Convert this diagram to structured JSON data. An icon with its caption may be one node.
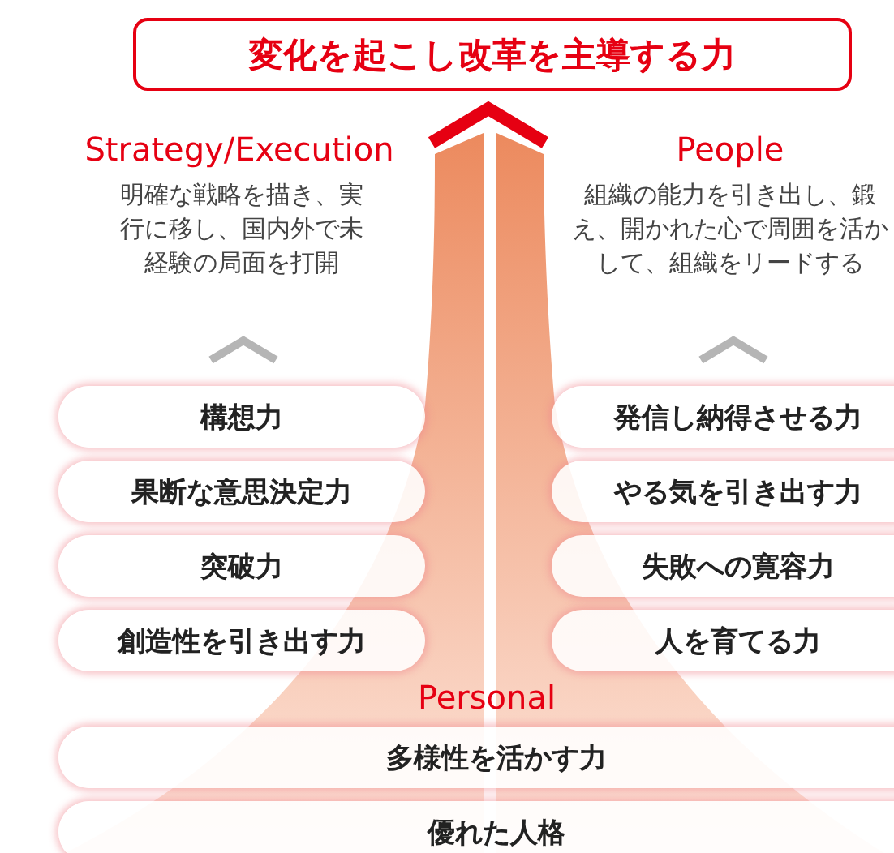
{
  "diagram": {
    "nodes": [
      {
        "text": [
          "変化を起こし改革を主導する力"
        ]
      },
      {
        "text": [
          "構想力"
        ]
      },
      {
        "text": [
          "果断な意思決定力"
        ]
      },
      {
        "text": [
          "突破力"
        ]
      },
      {
        "text": [
          "創造性を引き出す力"
        ]
      },
      {
        "text": [
          "発信し納得させる力"
        ]
      },
      {
        "text": [
          "やる気を引き出す力"
        ]
      },
      {
        "text": [
          "失敗への寛容力"
        ]
      },
      {
        "text": [
          "人を育てる力"
        ]
      },
      {
        "text": [
          "多様性を活かす力"
        ]
      },
      {
        "text": [
          "優れた人格"
        ]
      }
    ],
    "labels": [
      "Strategy/Execution",
      "明確な戦略を描き、実行に移し、国内外で未経験の局面を打開",
      "People",
      "組織の能力を引き出し、鍛え、開かれた心で周囲を活かして、組織をリードする",
      "Personal"
    ]
  }
}
